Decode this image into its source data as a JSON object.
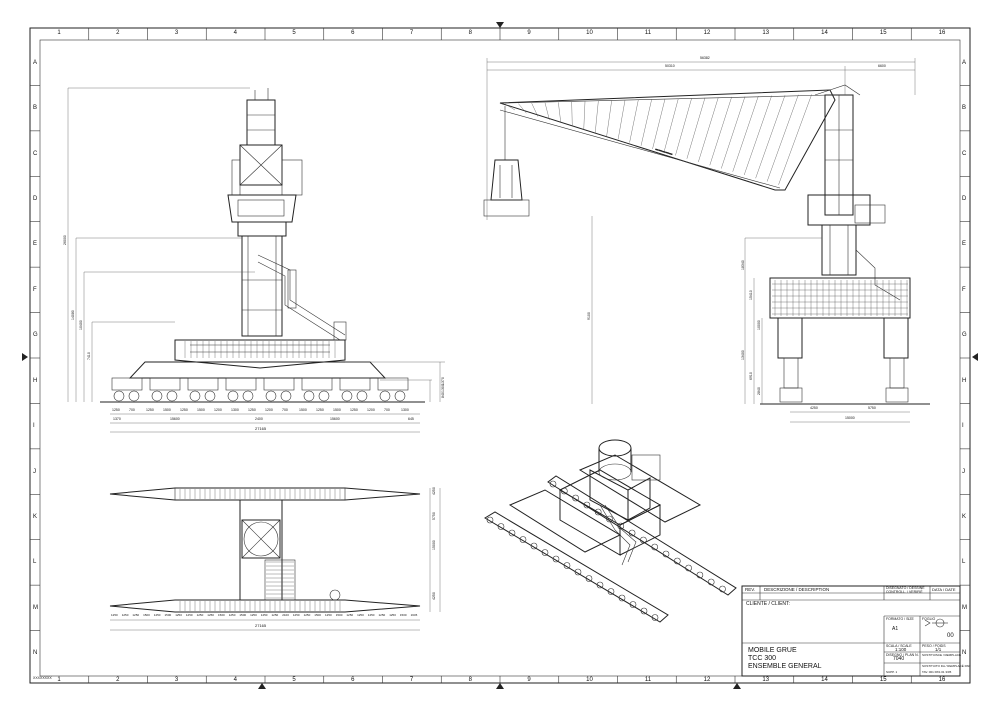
{
  "sheet": {
    "grid_columns": [
      "1",
      "2",
      "3",
      "4",
      "5",
      "6",
      "7",
      "8",
      "9",
      "10",
      "11",
      "12",
      "13",
      "14",
      "15",
      "16"
    ],
    "grid_rows": [
      "A",
      "B",
      "C",
      "D",
      "E",
      "F",
      "G",
      "H",
      "I",
      "J",
      "K",
      "L",
      "M",
      "N"
    ]
  },
  "views": {
    "front_elevation": {
      "dim_bottom_upper": [
        "1250",
        "700",
        "1250",
        "1500",
        "1250",
        "1500",
        "1200",
        "1300",
        "1250",
        "1200",
        "700",
        "1500",
        "1250",
        "1500",
        "1250",
        "1200",
        "700",
        "1300"
      ],
      "dim_bottom_mid": [
        "1370",
        "15600",
        "2400",
        "15600",
        "645"
      ],
      "dim_bottom_total": "27165",
      "dim_left_heights": [
        "26000",
        "14080",
        "10400",
        "7410"
      ],
      "dim_right_heights": [
        "1370",
        "1300",
        "840"
      ]
    },
    "side_elevation": {
      "dim_top_overall": "56382",
      "dim_top_outreach": "50310",
      "dim_top_tail": "6600",
      "dim_left_height": "9100",
      "dim_right_heights": [
        "18340",
        "15410",
        "10000",
        "13400",
        "6910",
        "2840"
      ],
      "dim_bottom_a": "4250",
      "dim_bottom_b": "5750",
      "dim_bottom_total": "15000"
    },
    "plan_view": {
      "dim_bottom_row": [
        "1250",
        "1250",
        "1250",
        "1500",
        "1250",
        "1500",
        "1250",
        "1250",
        "1250",
        "1250",
        "1500",
        "1250",
        "1500",
        "1250",
        "1250",
        "1250",
        "2100",
        "1250",
        "1250",
        "1500",
        "1250",
        "1500",
        "1250",
        "1250",
        "1250",
        "1250",
        "1250",
        "1500",
        "1645"
      ],
      "dim_bottom_total": "27165",
      "dim_right": [
        "4250",
        "5750",
        "15000",
        "4250"
      ]
    }
  },
  "title_block": {
    "rev_header": "REV.",
    "description_header": "DESCRIZIONE / DESCRIPTION",
    "drawn_header": "DISEGNATO / DESSINÉ",
    "checked_header": "CONTROLL. / VERIFIÉ",
    "date_header": "DATA / DATE",
    "client_label": "CLIENTE / CLIENT:",
    "format_label": "FORMATO / SIZE",
    "format_value": "A1",
    "sheet_label": "FOGLIO",
    "sheet_value": "1/1",
    "revision_value": "00",
    "scale_label": "SCALA / SCALE",
    "scale_value": "1:100",
    "weight_label": "PESO / POIDS",
    "drawing_no_label": "DISEGNO / PLAN N.",
    "drawing_no_value": "7040",
    "title_lines": [
      "MOBILE GRUE",
      "TCC 300",
      "ENSEMBLE GENERAL"
    ],
    "replaces_label": "SOSTITUISCE / REMPLACE",
    "replaced_by_label": "SOSTITUITO DA / REMPLACÉ PAR",
    "footer_ref": "TAV. 001 PAS 01 3/05",
    "footer_ref2": "SUPP. 1"
  },
  "annotations": {
    "bottom_left_code": "XXXXXXXX"
  }
}
